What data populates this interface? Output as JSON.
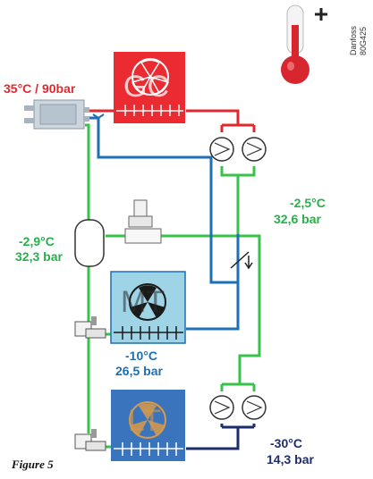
{
  "labels": {
    "gc_condition": "35°C / 90bar",
    "receiver_temp": "-2,9°C",
    "receiver_pressure": "32,3 bar",
    "mt_suction_temp": "-2,5°C",
    "mt_suction_pressure": "32,6 bar",
    "mt_evap_temp": "-10°C",
    "mt_evap_pressure": "26,5 bar",
    "lt_evap_temp": "-30°C",
    "lt_evap_pressure": "14,3 bar"
  },
  "unit_boxes": {
    "gas_cooler": "GC",
    "medium_temp": "MT",
    "low_temp": "LT"
  },
  "brand": {
    "name": "Danfoss",
    "code": "80G425"
  },
  "caption": "Figure 5",
  "icons": {
    "thermometer": "thermometer-plus-icon",
    "fan": "fan-icon",
    "compressor": "compressor-icon",
    "valve": "valve-icon"
  },
  "colors": {
    "hot_line": "#e0282e",
    "liquid_line": "#37c24a",
    "mt_line": "#1f6fb5",
    "lt_line": "#1e2d6b",
    "gc_box": "#ea2b31",
    "mt_box": "#9ed4e6",
    "lt_box": "#3a74bd"
  }
}
